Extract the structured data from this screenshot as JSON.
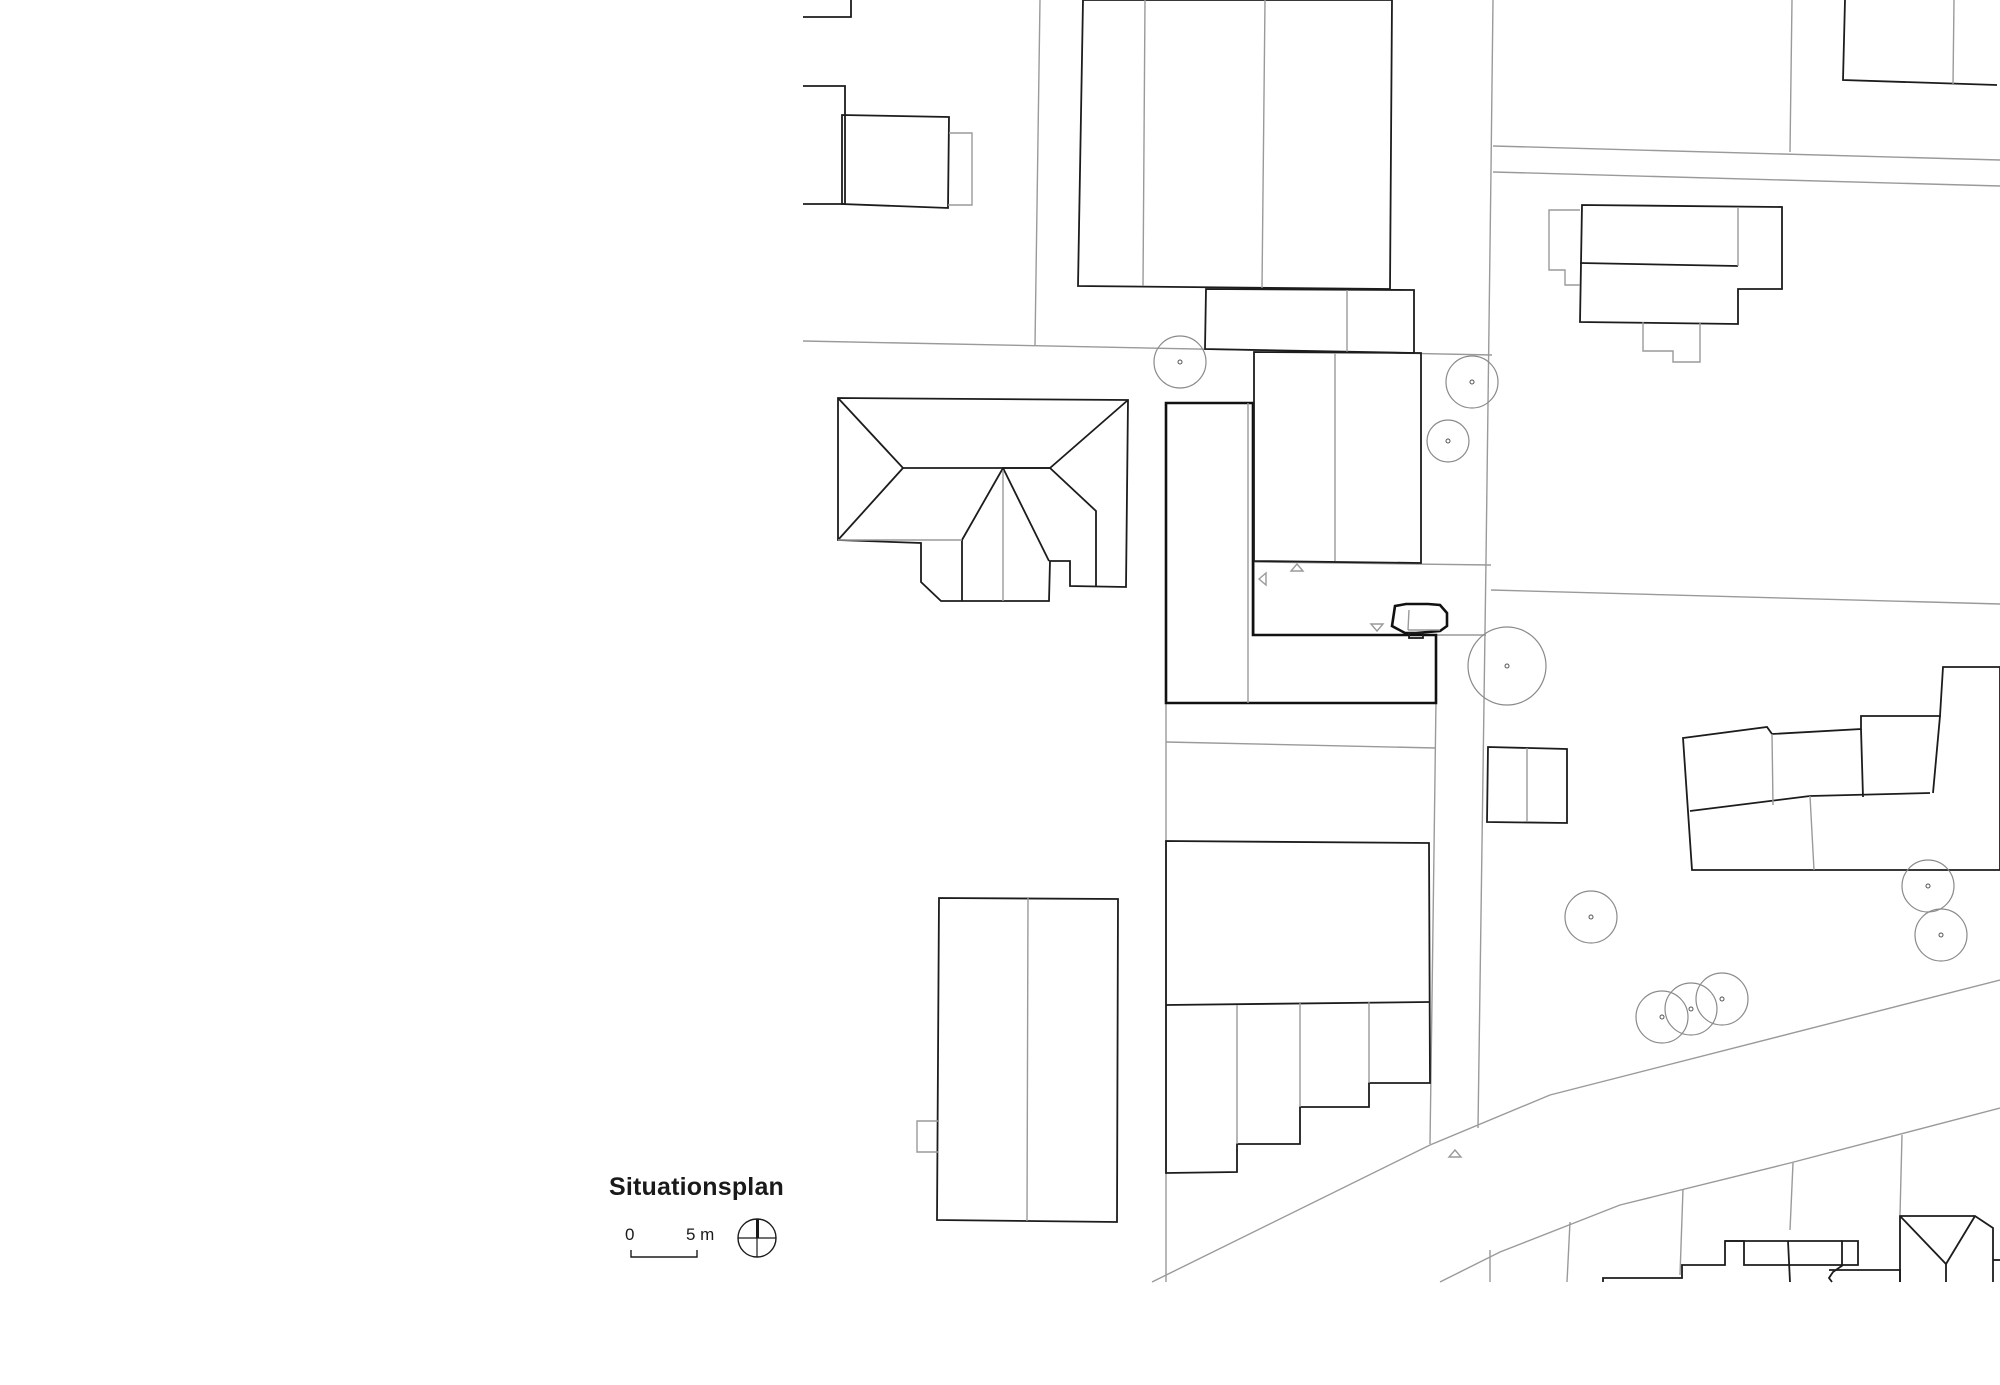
{
  "plan": {
    "title": "Situationsplan",
    "scale": {
      "start_label": "0",
      "end_label": "5 m"
    },
    "icons": {
      "north_arrow": "north-arrow-icon",
      "entrance_marker": "triangle-marker-icon",
      "tree": "tree-circle-icon"
    },
    "colors": {
      "background": "#ffffff",
      "building_line": "#1c1c1c",
      "parcel_line": "#9a9a9a"
    }
  }
}
